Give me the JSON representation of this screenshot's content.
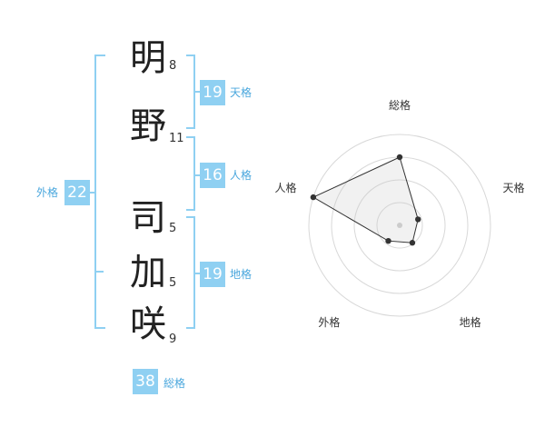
{
  "name": {
    "chars": [
      {
        "char": "明",
        "strokes": "8"
      },
      {
        "char": "野",
        "strokes": "11"
      },
      {
        "char": "司",
        "strokes": "5"
      },
      {
        "char": "加",
        "strokes": "5"
      },
      {
        "char": "咲",
        "strokes": "9"
      }
    ]
  },
  "kakusu": {
    "tenkaku": {
      "value": "19",
      "label": "天格"
    },
    "jinkaku": {
      "value": "16",
      "label": "人格"
    },
    "chikaku": {
      "value": "19",
      "label": "地格"
    },
    "gaikaku": {
      "value": "22",
      "label": "外格"
    },
    "soukaku": {
      "value": "38",
      "label": "総格"
    }
  },
  "colors": {
    "accent": "#8fd0f2",
    "label": "#4aa7dd"
  },
  "chart_data": {
    "type": "radar",
    "axes": [
      "総格",
      "天格",
      "地格",
      "外格",
      "人格"
    ],
    "rings": 4,
    "max": 4,
    "values": [
      3.0,
      0.85,
      0.95,
      0.85,
      4.0
    ]
  }
}
